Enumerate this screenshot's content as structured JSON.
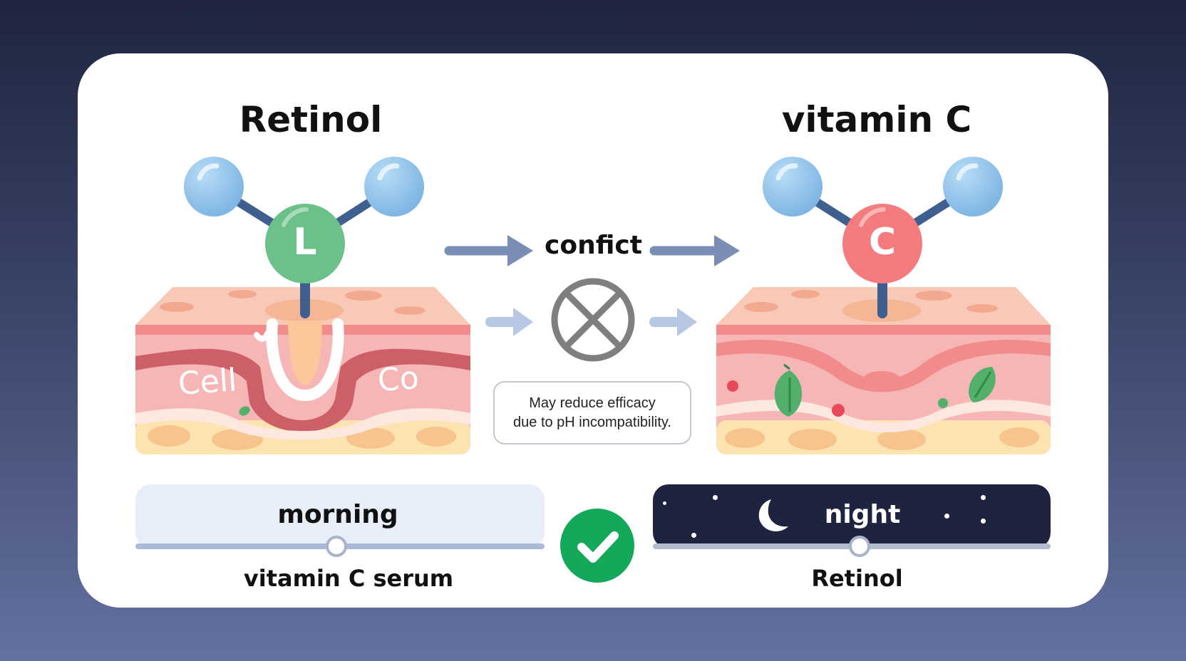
{
  "left": {
    "title": "Retinol",
    "atom_letter": "L",
    "tissue_text_1": "Cell",
    "tissue_text_2": "Co"
  },
  "right": {
    "title": "vitamin C",
    "atom_letter": "C"
  },
  "middle": {
    "label": "confict",
    "note_line1": "May reduce efficacy",
    "note_line2": "due to pH incompatibility."
  },
  "schedule": {
    "morning_label": "morning",
    "morning_product": "vitamin C serum",
    "night_label": "night",
    "night_product": "Retinol"
  },
  "colors": {
    "atom_blue": "#8ec3ea",
    "atom_green": "#6cc08a",
    "atom_red": "#f47b7e",
    "bond": "#3f5f8f",
    "arrow_dark": "#7a8db5",
    "arrow_light": "#b8c8e4",
    "check_green": "#14a85a",
    "night_bg": "#1e2340"
  },
  "icons": [
    "molecule-icon",
    "prohibit-icon",
    "checkmark-icon",
    "moon-icon"
  ]
}
